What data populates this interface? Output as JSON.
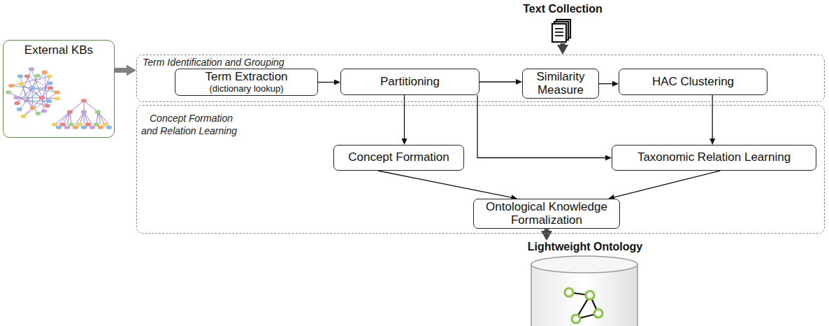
{
  "diagram": {
    "nodes": [
      {
        "text": [
          "Text Collection"
        ]
      },
      {
        "text": [
          "External KBs"
        ]
      },
      {
        "text": [
          "Term Identification and Grouping"
        ]
      },
      {
        "text": [
          "Term Extraction",
          "(dictionary lookup)"
        ],
        "in": 2
      },
      {
        "text": [
          "Partitioning"
        ],
        "in": 2
      },
      {
        "text": [
          "Similarity Measure"
        ],
        "in": 2
      },
      {
        "text": [
          "HAC Clustering"
        ],
        "in": 2
      },
      {
        "text": [
          "Concept Formation and Relation Learning"
        ]
      },
      {
        "text": [
          "Concept Formation"
        ],
        "in": 7
      },
      {
        "text": [
          "Taxonomic Relation Learning"
        ],
        "in": 7
      },
      {
        "text": [
          "Ontological Knowledge Formalization"
        ],
        "in": 7
      },
      {
        "text": [
          "Lightweight Ontology"
        ]
      }
    ],
    "edges": [
      {
        "from": 0,
        "to": 2,
        "arrow": "to"
      },
      {
        "from": 1,
        "to": 2,
        "arrow": "to"
      },
      {
        "from": 3,
        "to": 4,
        "arrow": "to"
      },
      {
        "from": 4,
        "to": 5,
        "arrow": "to"
      },
      {
        "from": 5,
        "to": 6,
        "arrow": "to"
      },
      {
        "from": 4,
        "to": 8,
        "arrow": "to"
      },
      {
        "from": 4,
        "to": 9,
        "arrow": "to"
      },
      {
        "from": 6,
        "to": 9,
        "arrow": "to"
      },
      {
        "from": 8,
        "to": 10,
        "arrow": "to"
      },
      {
        "from": 9,
        "to": 10,
        "arrow": "to"
      },
      {
        "from": 10,
        "to": 11,
        "arrow": "to"
      }
    ]
  }
}
